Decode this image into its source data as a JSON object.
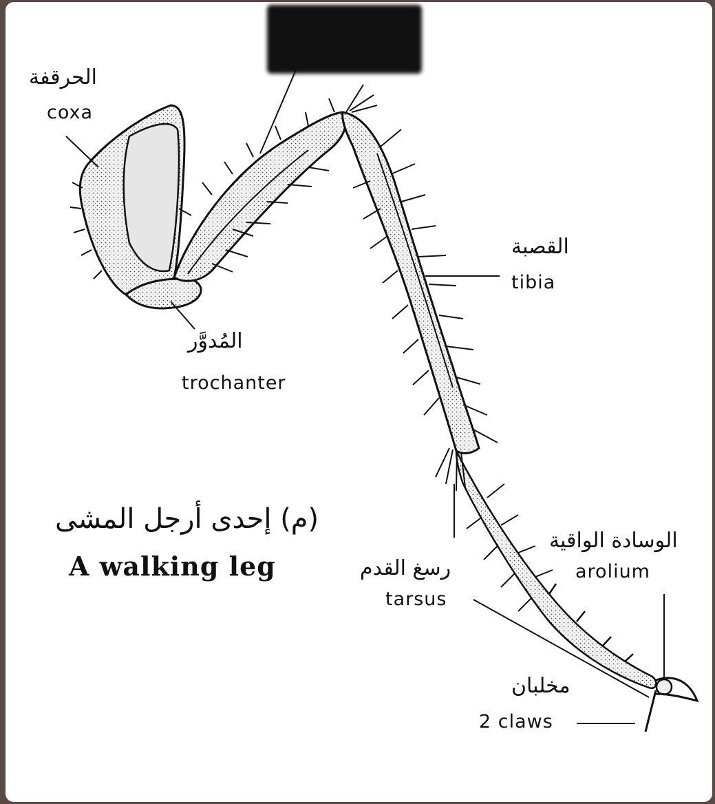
{
  "labels": {
    "coxa": {
      "ar": "الحرقفة",
      "en": "coxa"
    },
    "trochanter": {
      "ar": "المُدوَّر",
      "en": "trochanter"
    },
    "tibia": {
      "ar": "القصبة",
      "en": "tibia"
    },
    "tarsus": {
      "ar": "رسغ القدم",
      "en": "tarsus"
    },
    "arolium": {
      "ar": "الوسادة الواقية",
      "en": "arolium"
    },
    "claws": {
      "ar": "مخلبان",
      "en": "2 claws"
    }
  },
  "caption": {
    "ar": "(م) إحدى أرجل المشى",
    "en": "A walking leg"
  },
  "colors": {
    "ink": "#111111",
    "paper": "#ffffff",
    "stipple": "#cfcfcf",
    "border": "#5a4a46"
  }
}
